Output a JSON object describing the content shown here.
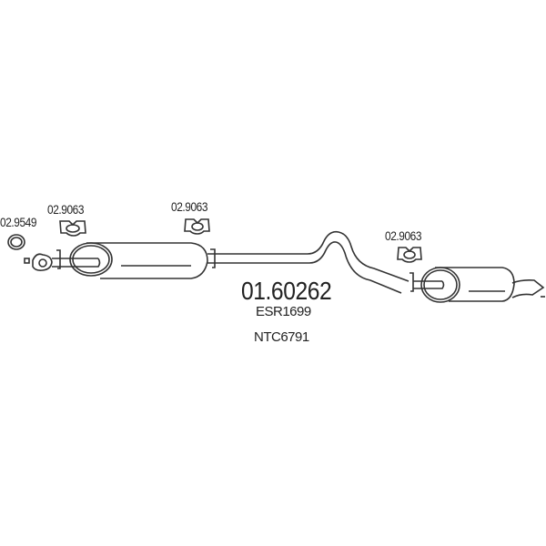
{
  "part_number": "01.60262",
  "references": [
    "ESR1699",
    "NTC6791"
  ],
  "callouts": {
    "ring": "02.9549",
    "hanger_front": "02.9063",
    "hanger_middle": "02.9063",
    "hanger_rear": "02.9063"
  }
}
